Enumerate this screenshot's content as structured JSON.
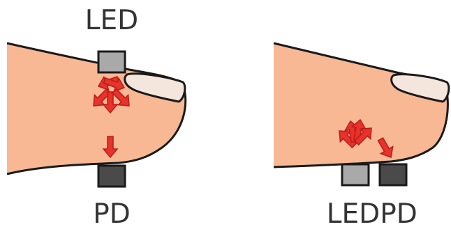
{
  "panels": [
    {
      "id": "transmission",
      "top_label": "LED",
      "bottom_label": "PD"
    },
    {
      "id": "reflection",
      "led_label": "LED",
      "pd_label": "PD"
    }
  ],
  "colors": {
    "finger_skin": "#f8b894",
    "outline": "#1a1a1a",
    "nail": "#f5e6dd",
    "led": "#a9a9a9",
    "photodiode": "#4a4a4a",
    "arrow_fill": "#e8322a",
    "arrow_stroke": "#b71c1c",
    "label_text": "#333333"
  }
}
